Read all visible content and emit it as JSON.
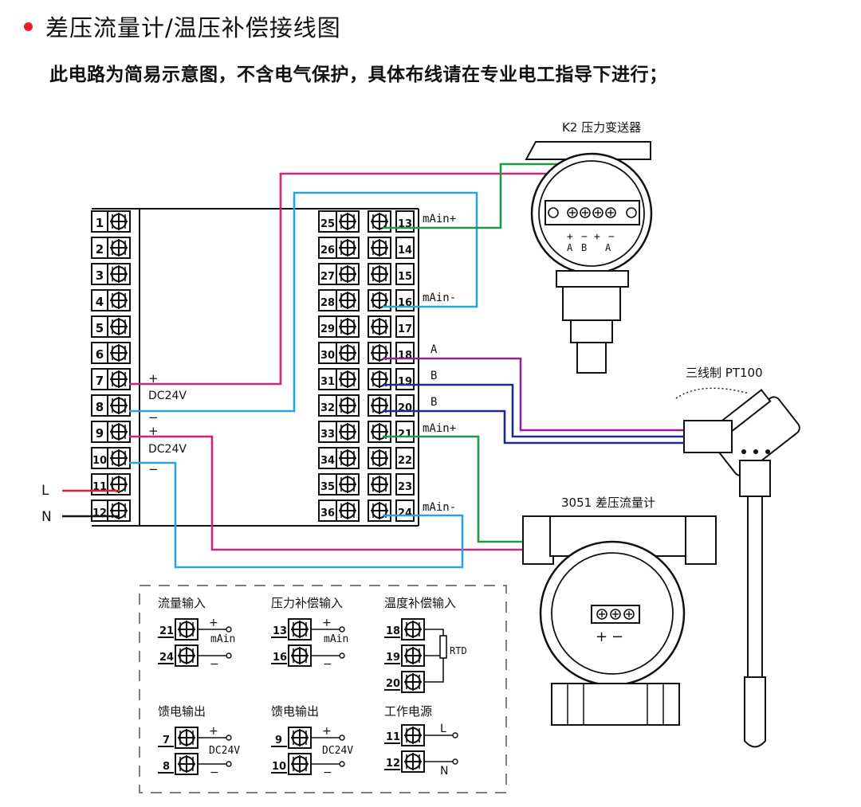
{
  "header": {
    "title": "差压流量计/温压补偿接线图",
    "note": "此电路为简易示意图，不含电气保护，具体布线请在专业电工指导下进行；"
  },
  "terminals": {
    "left": [
      "1",
      "2",
      "3",
      "4",
      "5",
      "6",
      "7",
      "8",
      "9",
      "10",
      "11",
      "12"
    ],
    "mid": [
      "25",
      "26",
      "27",
      "28",
      "29",
      "30",
      "31",
      "32",
      "33",
      "34",
      "35",
      "36"
    ],
    "right": [
      "13",
      "14",
      "15",
      "16",
      "17",
      "18",
      "19",
      "20",
      "21",
      "22",
      "23",
      "24"
    ]
  },
  "wire_labels": {
    "t13": "mAin+",
    "t16": "mAin-",
    "t18": "A",
    "t19": "B",
    "t20": "B",
    "t21": "mAin+",
    "t24": "mAin-",
    "plus1": "+",
    "dc1": "DC24V",
    "minus1": "−",
    "plus2": "+",
    "dc2": "DC24V",
    "minus2": "−",
    "L": "L",
    "N": "N"
  },
  "devices": {
    "k2_label": "K2 压力变送器",
    "k2_pins": [
      "+",
      "−",
      "+",
      "−"
    ],
    "k2_sub": [
      "A",
      "B",
      "A"
    ],
    "pt100_label": "三线制 PT100",
    "dp_label": "3051 差压流量计",
    "dp_pins": [
      "+",
      "−"
    ]
  },
  "legend": {
    "flow": {
      "title": "流量输入",
      "t1": "21",
      "t2": "24",
      "plus": "+",
      "minus": "−",
      "sig": "mAin"
    },
    "press": {
      "title": "压力补偿输入",
      "t1": "13",
      "t2": "16",
      "plus": "+",
      "minus": "−",
      "sig": "mAin"
    },
    "temp": {
      "title": "温度补偿输入",
      "t1": "18",
      "t2": "19",
      "t3": "20",
      "sig": "RTD"
    },
    "feed1": {
      "title": "馈电输出",
      "t1": "7",
      "t2": "8",
      "plus": "+",
      "minus": "−",
      "sig": "DC24V"
    },
    "feed2": {
      "title": "馈电输出",
      "t1": "9",
      "t2": "10",
      "plus": "+",
      "minus": "−",
      "sig": "DC24V"
    },
    "power": {
      "title": "工作电源",
      "t1": "11",
      "t2": "12",
      "l": "L",
      "n": "N"
    }
  },
  "colors": {
    "magenta": "#d6217a",
    "blue": "#2aa4e0",
    "green": "#1c9a4a",
    "purple": "#8e2396",
    "navy": "#1f2a8a",
    "red": "#e02020",
    "bullet": "#e8202a"
  }
}
